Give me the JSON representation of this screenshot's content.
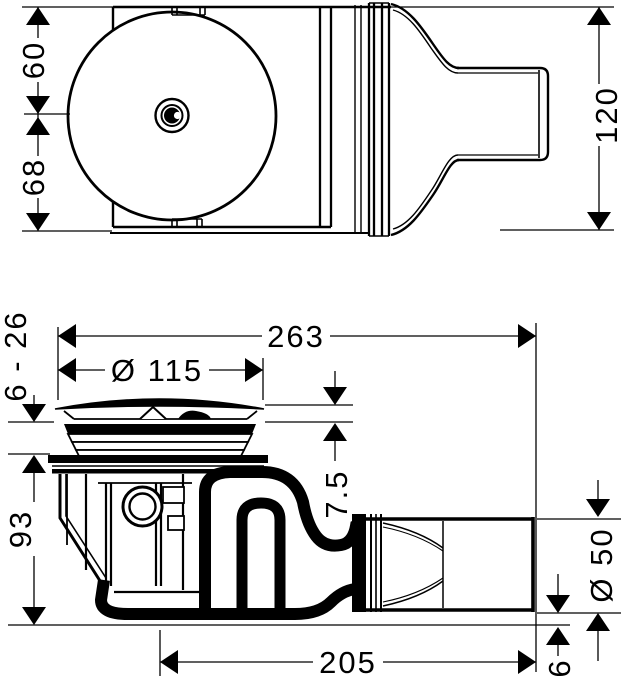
{
  "drawing": {
    "colors": {
      "line": "#000000",
      "background": "#ffffff"
    },
    "top_view": {
      "dim_60": "60",
      "dim_68": "68",
      "dim_120": "120"
    },
    "side_view": {
      "dim_263": "263",
      "dim_cap_diameter": "Ø 115",
      "dim_adjust_range": "6 - 26",
      "dim_7_5": "7.5",
      "dim_93": "93",
      "dim_outlet_diameter": "Ø 50",
      "dim_205": "205",
      "dim_6": "6"
    }
  }
}
